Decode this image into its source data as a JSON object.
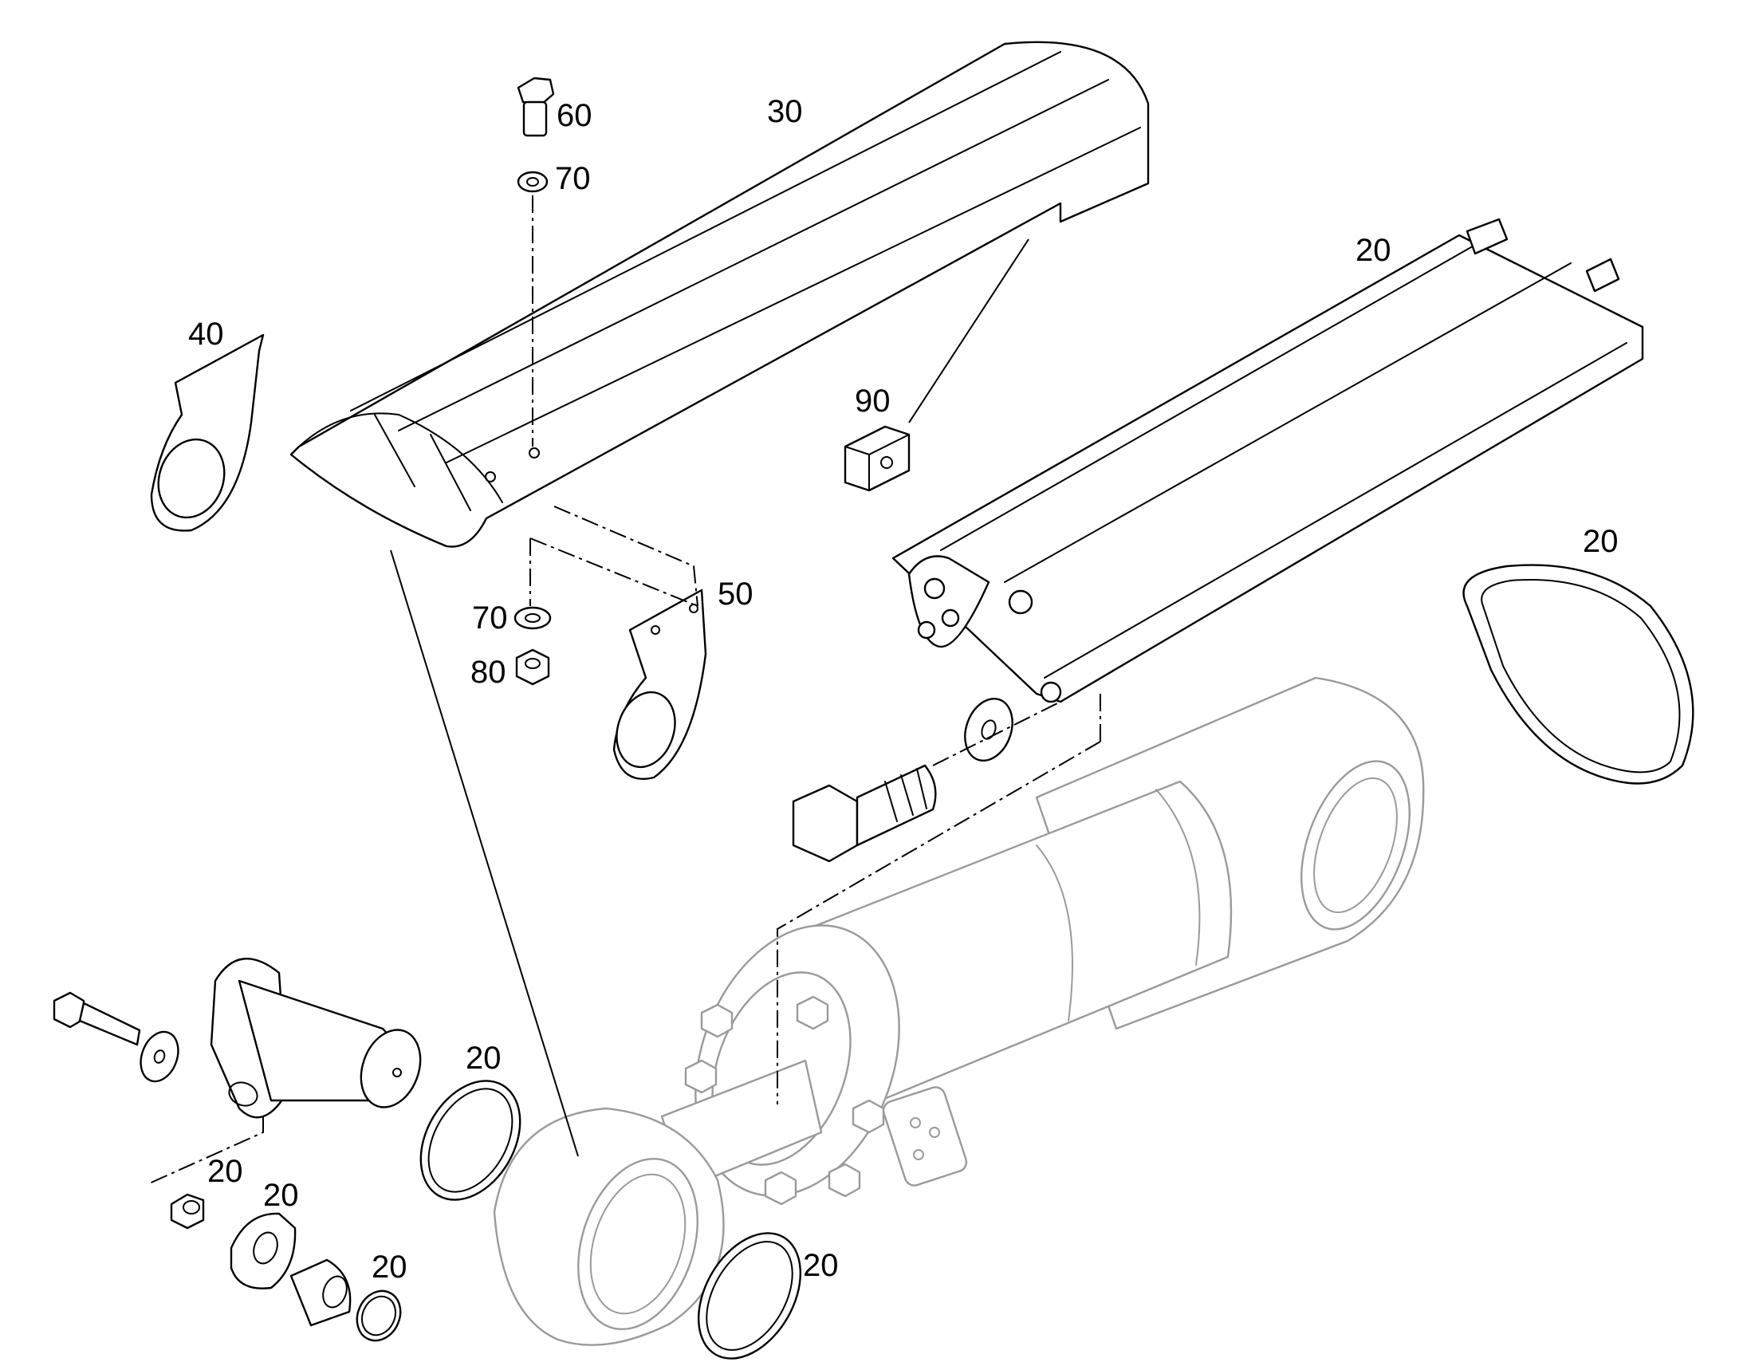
{
  "callouts": {
    "c60": "60",
    "c70_top": "70",
    "c30": "30",
    "c20_guard": "20",
    "c40": "40",
    "c90": "90",
    "c20_ring_right": "20",
    "c70_mid": "70",
    "c50": "50",
    "c80": "80",
    "c20_ring_left": "20",
    "c20_washer": "20",
    "c20_flange_washer": "20",
    "c20_ring_small": "20",
    "c20_ring_bottom": "20"
  }
}
